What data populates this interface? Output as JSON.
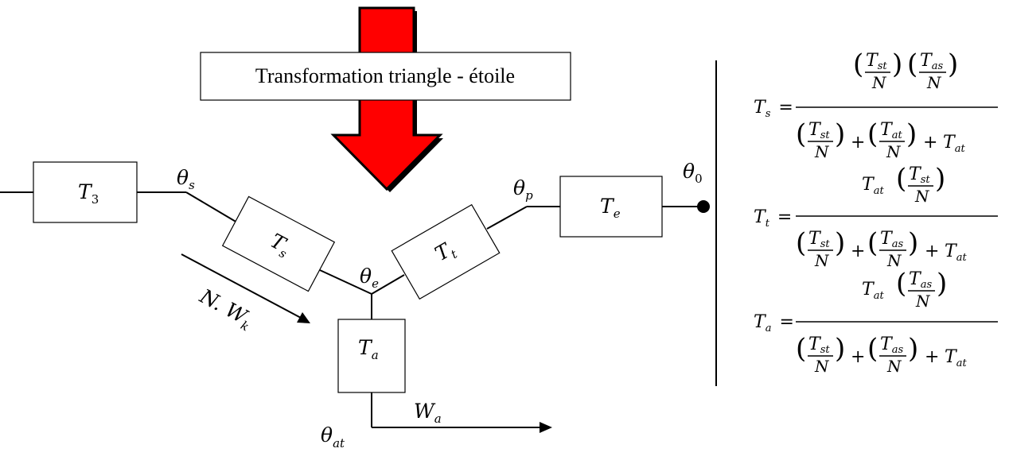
{
  "banner": {
    "text": "Transformation triangle - étoile",
    "arrow_color": "#ff0000"
  },
  "labels": {
    "theta_s": {
      "base": "θ",
      "sub": "s"
    },
    "theta_p": {
      "base": "θ",
      "sub": "p"
    },
    "theta_0": {
      "base": "θ",
      "sub": "0"
    },
    "theta_e": {
      "base": "θ",
      "sub": "e"
    },
    "theta_at": {
      "base": "θ",
      "sub": "at"
    },
    "flow_nwk": {
      "base": "N. W",
      "sub": "k"
    },
    "flow_wa": {
      "base": "W",
      "sub": "a"
    }
  },
  "boxes": {
    "t3": {
      "base": "T",
      "sub": "3"
    },
    "ts": {
      "base": "T",
      "sub": "s"
    },
    "tt": {
      "base": "T",
      "sub": "t"
    },
    "te": {
      "base": "T",
      "sub": "e"
    },
    "ta": {
      "base": "T",
      "sub": "a"
    }
  },
  "equations": {
    "ts": {
      "lhs": {
        "base": "T",
        "sub": "s"
      },
      "num": [
        {
          "base": "T",
          "sub": "st",
          "den": "N"
        },
        {
          "base": "T",
          "sub": "as",
          "den": "N"
        }
      ],
      "den": [
        {
          "base": "T",
          "sub": "st",
          "den": "N"
        },
        {
          "base": "T",
          "sub": "at",
          "den": "N"
        }
      ],
      "den_tail": {
        "base": "T",
        "sub": "at"
      }
    },
    "tt": {
      "lhs": {
        "base": "T",
        "sub": "t"
      },
      "num_pre": {
        "base": "T",
        "sub": "at"
      },
      "num": [
        {
          "base": "T",
          "sub": "st",
          "den": "N"
        }
      ],
      "den": [
        {
          "base": "T",
          "sub": "st",
          "den": "N"
        },
        {
          "base": "T",
          "sub": "as",
          "den": "N"
        }
      ],
      "den_tail": {
        "base": "T",
        "sub": "at"
      }
    },
    "ta": {
      "lhs": {
        "base": "T",
        "sub": "a"
      },
      "num_pre": {
        "base": "T",
        "sub": "at"
      },
      "num": [
        {
          "base": "T",
          "sub": "as",
          "den": "N"
        }
      ],
      "den": [
        {
          "base": "T",
          "sub": "st",
          "den": "N"
        },
        {
          "base": "T",
          "sub": "as",
          "den": "N"
        }
      ],
      "den_tail": {
        "base": "T",
        "sub": "at"
      }
    },
    "symbols": {
      "equals": "=",
      "plus": "+"
    }
  }
}
